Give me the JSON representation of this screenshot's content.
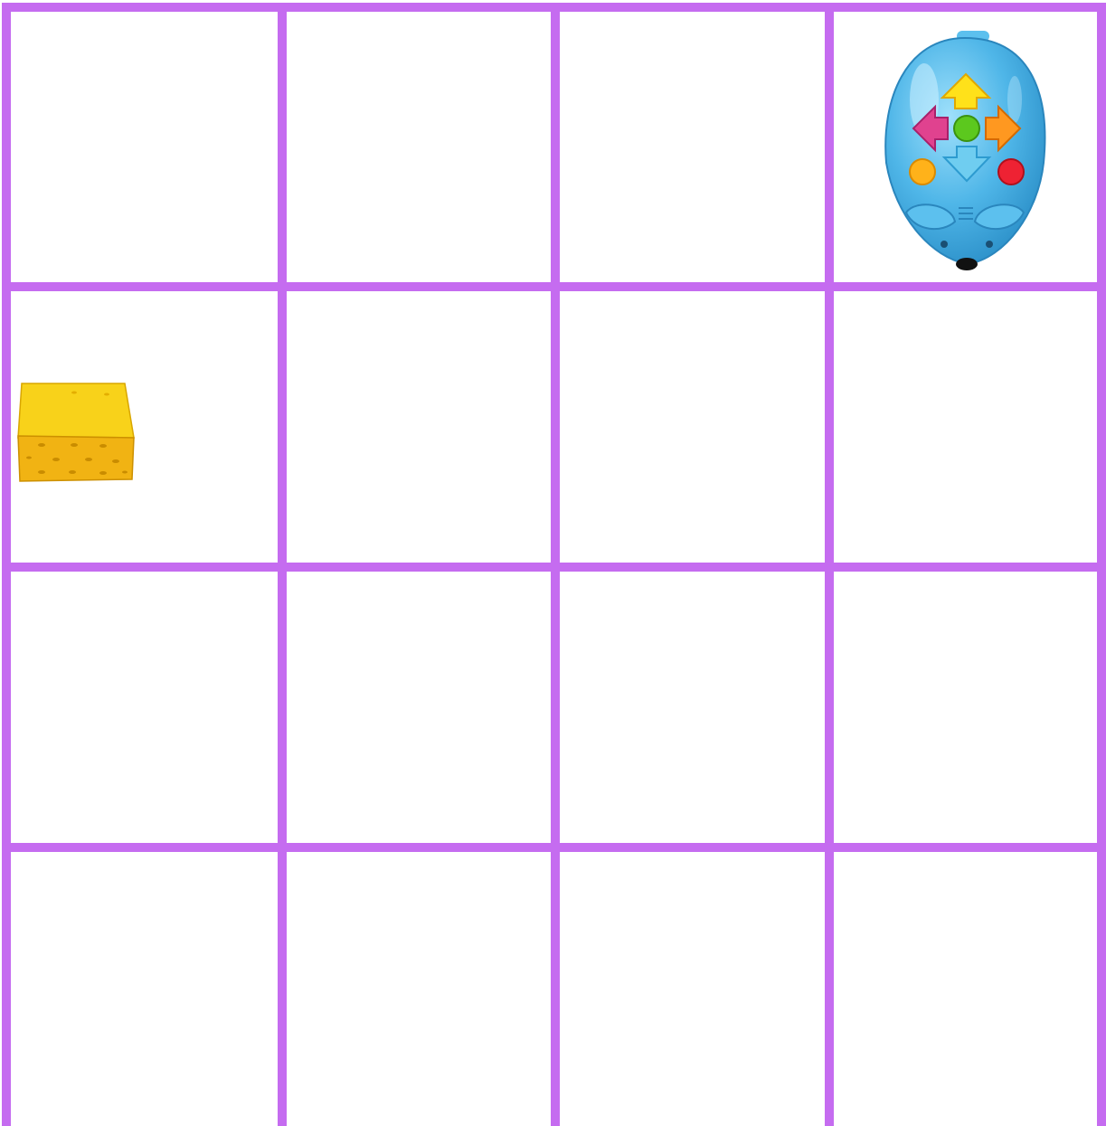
{
  "board": {
    "rows": 4,
    "columns": 4,
    "grid_color": "#c56cf0",
    "cell_color": "#ffffff"
  },
  "pieces": [
    {
      "type": "robot-mouse",
      "row": 1,
      "col": 4,
      "facing": "down",
      "body_color": "#4fb6e8"
    },
    {
      "type": "cheese",
      "row": 2,
      "col": 1,
      "color": "#f5c400"
    }
  ]
}
